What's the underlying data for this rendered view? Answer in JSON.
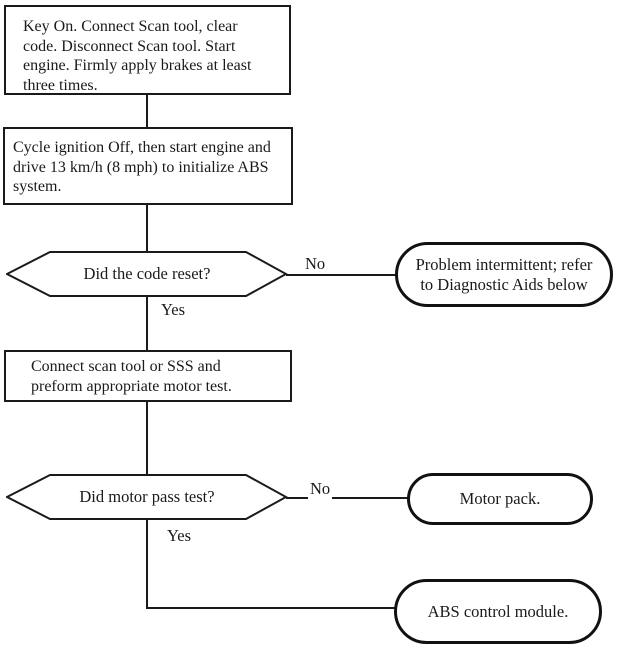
{
  "colors": {
    "ink": "#1a1a1a",
    "background": "#ffffff"
  },
  "flowchart": {
    "steps": {
      "step1": {
        "lines": [
          "Key On. Connect Scan tool, clear",
          "code. Disconnect Scan tool. Start",
          "engine. Firmly apply brakes at least",
          "three times."
        ]
      },
      "step2": {
        "lines": [
          "Cycle ignition Off, then start engine and",
          "drive 13 km/h (8 mph) to initialize ABS",
          "system."
        ]
      },
      "step3": {
        "lines": [
          "Connect scan tool or SSS and",
          "preform appropriate motor test."
        ]
      }
    },
    "decisions": {
      "decision1": {
        "question": "Did the code reset?",
        "yes_label": "Yes",
        "no_label": "No"
      },
      "decision2": {
        "question": "Did motor pass test?",
        "yes_label": "Yes",
        "no_label": "No"
      }
    },
    "terminals": {
      "terminal1": {
        "lines": [
          "Problem intermittent; refer",
          "to Diagnostic Aids below"
        ]
      },
      "terminal2": {
        "text": "Motor pack."
      },
      "terminal3": {
        "text": "ABS control module."
      }
    }
  }
}
